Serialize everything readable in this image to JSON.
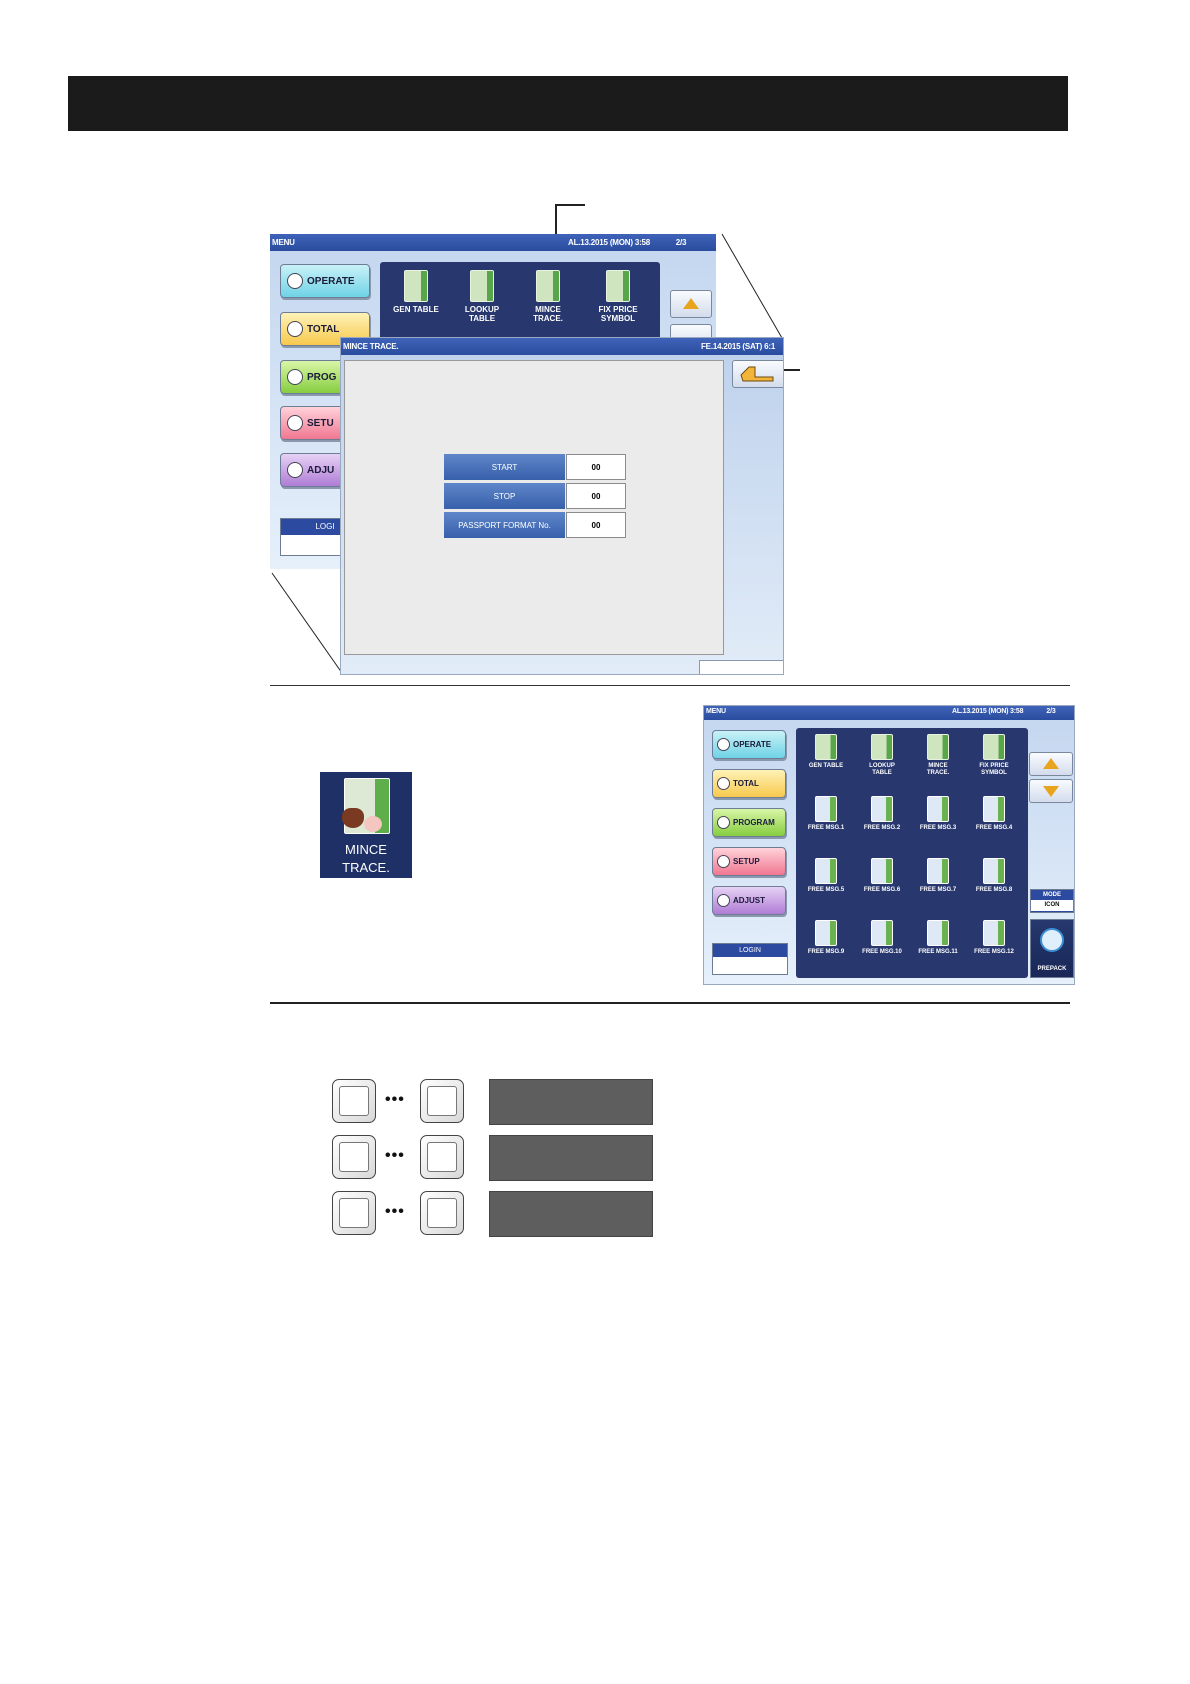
{
  "menu_screen": {
    "title": "MENU",
    "datetime": "AL.13.2015 (MON)  3:58",
    "page": "2/3",
    "side_buttons": [
      "OPERATE",
      "TOTAL",
      "PROG",
      "SETU",
      "ADJU"
    ],
    "login": "LOGI",
    "tiles": [
      {
        "line1": "GEN TABLE",
        "line2": ""
      },
      {
        "line1": "LOOKUP",
        "line2": "TABLE"
      },
      {
        "line1": "MINCE",
        "line2": "TRACE."
      },
      {
        "line1": "FIX PRICE",
        "line2": "SYMBOL"
      }
    ]
  },
  "mince_screen": {
    "title": "MINCE TRACE.",
    "datetime": "FE.14.2015 (SAT)  6:1",
    "rows": [
      {
        "label": "START",
        "value": "00"
      },
      {
        "label": "STOP",
        "value": "00"
      },
      {
        "label": "PASSPORT FORMAT No.",
        "value": "00"
      }
    ]
  },
  "large_icon": {
    "line1": "MINCE",
    "line2": "TRACE."
  },
  "menu_screen_full": {
    "title": "MENU",
    "datetime": "AL.13.2015 (MON)  3:58",
    "page": "2/3",
    "side_buttons": [
      "OPERATE",
      "TOTAL",
      "PROGRAM",
      "SETUP",
      "ADJUST"
    ],
    "login": "LOGIN",
    "mode_label": "MODE",
    "mode_value": "ICON",
    "prepack": "PREPACK",
    "tiles": [
      {
        "line1": "GEN TABLE",
        "line2": ""
      },
      {
        "line1": "LOOKUP",
        "line2": "TABLE"
      },
      {
        "line1": "MINCE",
        "line2": "TRACE."
      },
      {
        "line1": "FIX PRICE",
        "line2": "SYMBOL"
      },
      {
        "line1": "FREE MSG.1",
        "line2": ""
      },
      {
        "line1": "FREE MSG.2",
        "line2": ""
      },
      {
        "line1": "FREE MSG.3",
        "line2": ""
      },
      {
        "line1": "FREE MSG.4",
        "line2": ""
      },
      {
        "line1": "FREE MSG.5",
        "line2": ""
      },
      {
        "line1": "FREE MSG.6",
        "line2": ""
      },
      {
        "line1": "FREE MSG.7",
        "line2": ""
      },
      {
        "line1": "FREE MSG.8",
        "line2": ""
      },
      {
        "line1": "FREE MSG.9",
        "line2": ""
      },
      {
        "line1": "FREE MSG.10",
        "line2": ""
      },
      {
        "line1": "FREE MSG.11",
        "line2": ""
      },
      {
        "line1": "FREE MSG.12",
        "line2": ""
      }
    ]
  },
  "key_rows": [
    {
      "dots": "•••"
    },
    {
      "dots": "•••"
    },
    {
      "dots": "•••"
    }
  ]
}
